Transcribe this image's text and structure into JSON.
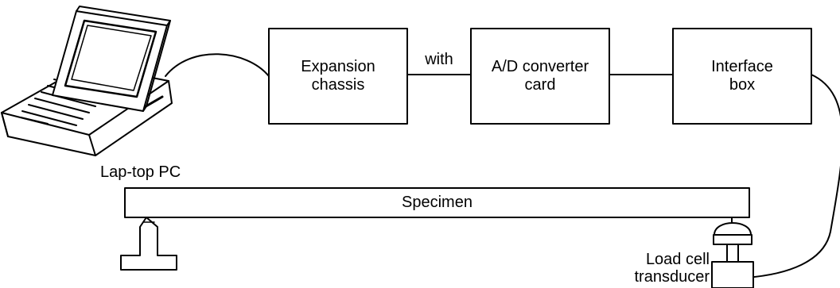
{
  "diagram": {
    "laptop_label": "Lap-top PC",
    "chassis_label": [
      "Expansion",
      "chassis"
    ],
    "with_label": "with",
    "converter_label": [
      "A/D converter",
      "card"
    ],
    "interface_label": [
      "Interface",
      "box"
    ],
    "specimen_label": "Specimen",
    "load_cell_label": [
      "Load cell",
      "transducer"
    ]
  }
}
